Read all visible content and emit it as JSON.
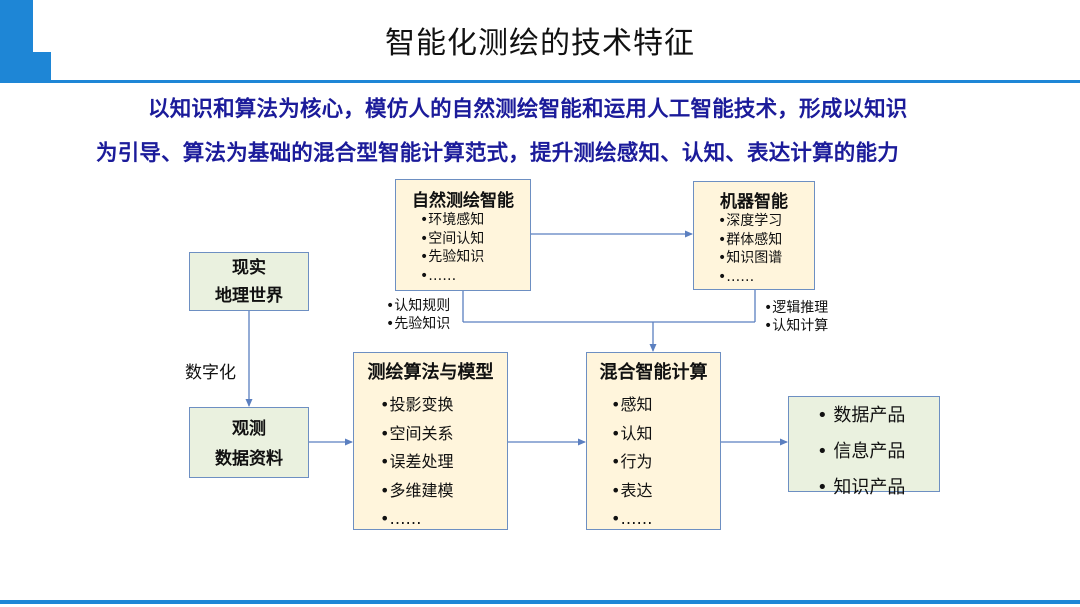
{
  "header": {
    "title": "智能化测绘的技术特征"
  },
  "intro": {
    "line1": "以知识和算法为核心，模仿人的自然测绘智能和运用人工智能技术，形成以知识",
    "line2": "为引导、算法为基础的混合型智能计算范式，提升测绘感知、认知、表达计算的能力"
  },
  "nodes": {
    "natural": {
      "title": "自然测绘智能",
      "items": [
        "•环境感知",
        "•空间认知",
        "•先验知识",
        "•……"
      ]
    },
    "machine": {
      "title": "机器智能",
      "items": [
        "•深度学习",
        "•群体感知",
        "•知识图谱",
        "•……"
      ]
    },
    "reality": {
      "line1": "现实",
      "line2": "地理世界"
    },
    "observed": {
      "line1": "观测",
      "line2": "数据资料"
    },
    "algorithms": {
      "title": "测绘算法与模型",
      "items": [
        "•投影变换",
        "•空间关系",
        "•误差处理",
        "•多维建模",
        "•……"
      ]
    },
    "hybrid": {
      "title": "混合智能计算",
      "items": [
        "•感知",
        "•认知",
        "•行为",
        "•表达",
        "•……"
      ]
    },
    "products": {
      "items": [
        "• 数据产品",
        "• 信息产品",
        "• 知识产品"
      ]
    }
  },
  "labels": {
    "left_feed": [
      "•认知规则",
      "•先验知识"
    ],
    "right_feed": [
      "•逻辑推理",
      "•认知计算"
    ],
    "digitize": "数字化"
  },
  "colors": {
    "accent": "#1e86d6",
    "intro_text": "#1b1b9a",
    "box_border": "#6d8fc2",
    "yellow_fill": "#fff5dc",
    "green_fill": "#eaf1df",
    "arrow": "#5b7fc0"
  }
}
